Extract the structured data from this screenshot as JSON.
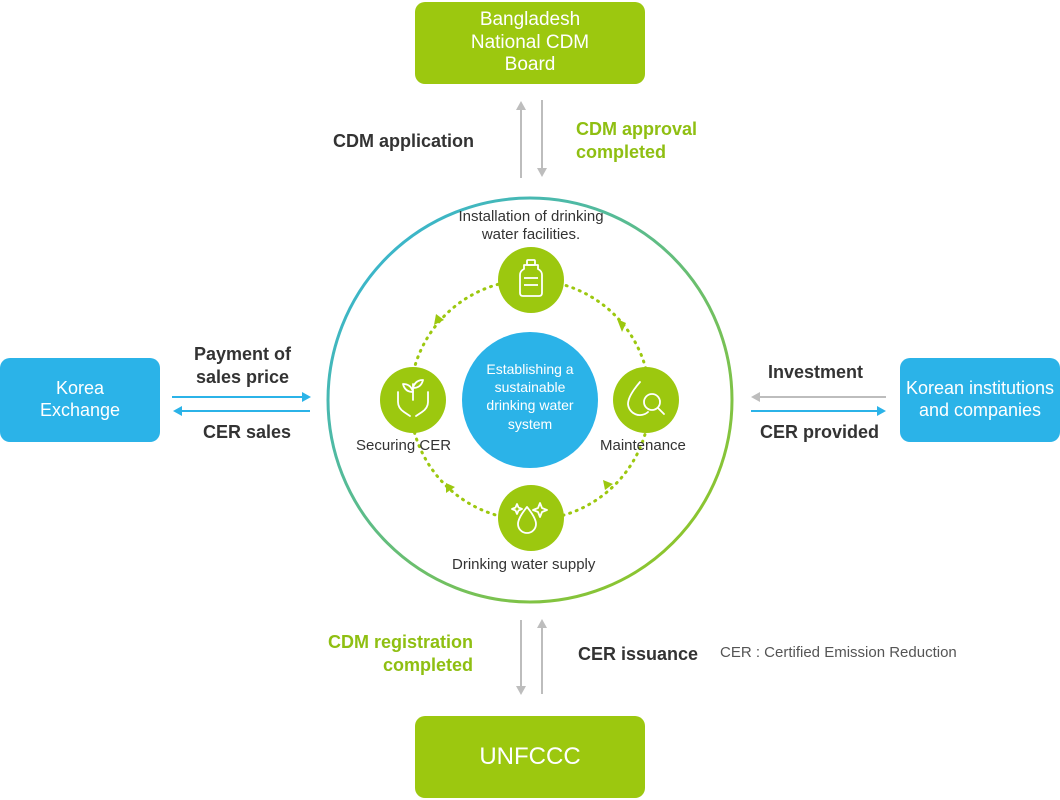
{
  "nodes": {
    "bangladesh_board": "Bangladesh National CDM Board",
    "unfccc": "UNFCCC",
    "korea_exchange": "Korea Exchange",
    "korean_institutions": "Korean institutions and companies"
  },
  "flows": {
    "cdm_application": "CDM application",
    "cdm_approval": "CDM approval completed",
    "payment": "Payment of sales price",
    "cer_sales": "CER sales",
    "investment": "Investment",
    "cer_provided": "CER provided",
    "cdm_registration": "CDM registration completed",
    "cer_issuance": "CER issuance"
  },
  "cycle": {
    "center": "Establishing a sustainable drinking water system",
    "installation": "Installation of drinking water facilities.",
    "maintenance": "Maintenance",
    "supply": "Drinking water supply",
    "securing": "Securing CER"
  },
  "note": "CER : Certified Emission Reduction",
  "icons": {
    "installation": "water-bottle-icon",
    "maintenance": "water-drop-magnifier-icon",
    "supply": "sparkling-drops-icon",
    "securing": "hands-plant-icon"
  },
  "colors": {
    "green": "#9cc80f",
    "blue": "#2bb3e8",
    "gray_arrow": "#bdbdbd"
  }
}
